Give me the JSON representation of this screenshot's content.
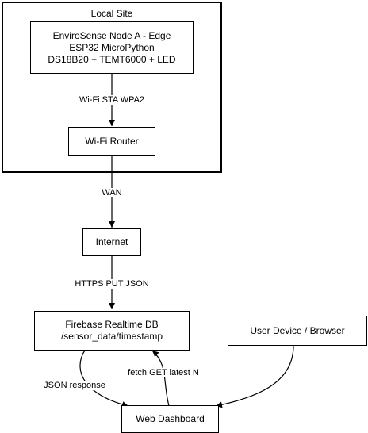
{
  "group": {
    "title": "Local Site"
  },
  "nodes": {
    "edge": {
      "lines": [
        "EnviroSense Node A - Edge",
        "ESP32 MicroPython",
        "DS18B20 + TEMT6000 + LED"
      ]
    },
    "router": {
      "label": "Wi-Fi Router"
    },
    "internet": {
      "label": "Internet"
    },
    "firebase": {
      "lines": [
        "Firebase Realtime DB",
        "/sensor_data/timestamp"
      ]
    },
    "user": {
      "label": "User Device / Browser"
    },
    "dashboard": {
      "label": "Web Dashboard"
    }
  },
  "edges": {
    "wifi_sta": "Wi-Fi STA WPA2",
    "wan": "WAN",
    "https_put": "HTTPS PUT JSON",
    "json_response": "JSON response",
    "fetch_get": "fetch GET latest N"
  }
}
